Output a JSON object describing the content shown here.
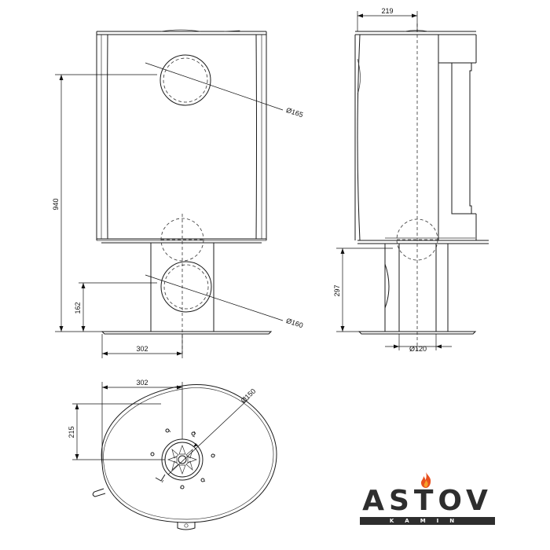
{
  "dimensions": {
    "front_width": "302",
    "total_height": "940",
    "flue_bottom_height": "162",
    "flue_top_diameter": "Ø165",
    "flue_bottom_diameter": "Ø160",
    "side_depth": "219",
    "side_pedestal_height": "297",
    "side_pipe_diameter": "Ø120",
    "plan_width": "302",
    "plan_depth": "215",
    "plan_air_diameter": "Ø150"
  },
  "logo": {
    "name": "ASTOV",
    "subtitle": "KAMIN",
    "name_color": "#2e2e2e",
    "flame_color": "#e8501e"
  }
}
